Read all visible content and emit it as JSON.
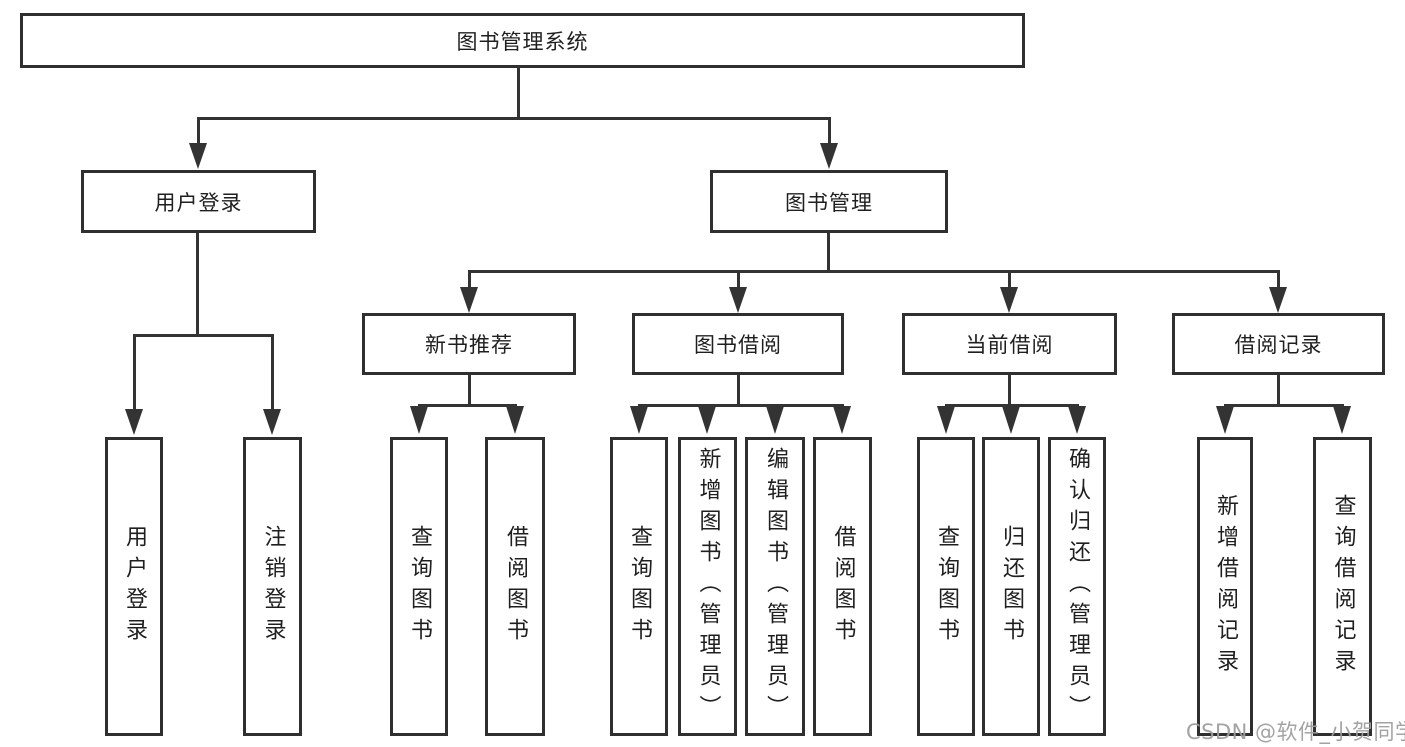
{
  "diagram": {
    "root": {
      "label": "图书管理系统"
    },
    "branches": [
      {
        "label": "用户登录"
      },
      {
        "label": "图书管理"
      }
    ],
    "modules": [
      {
        "label": "新书推荐"
      },
      {
        "label": "图书借阅"
      },
      {
        "label": "当前借阅"
      },
      {
        "label": "借阅记录"
      }
    ],
    "leaves": [
      {
        "label": "用户登录"
      },
      {
        "label": "注销登录"
      },
      {
        "label": "查询图书"
      },
      {
        "label": "借阅图书"
      },
      {
        "label": "查询图书"
      },
      {
        "label": "新增图书（管理员）"
      },
      {
        "label": "编辑图书（管理员）"
      },
      {
        "label": "借阅图书"
      },
      {
        "label": "查询图书"
      },
      {
        "label": "归还图书"
      },
      {
        "label": "确认归还（管理员）"
      },
      {
        "label": "新增借阅记录"
      },
      {
        "label": "查询借阅记录"
      }
    ]
  },
  "watermark": {
    "text": "CSDN @软件_小贺同学"
  },
  "colors": {
    "line": "#333333",
    "box_border": "#2f2f2f",
    "box_background": "#ffffff",
    "text": "#1f1f1f",
    "watermark": "#9e9e9e",
    "page_background": "#ffffff"
  }
}
